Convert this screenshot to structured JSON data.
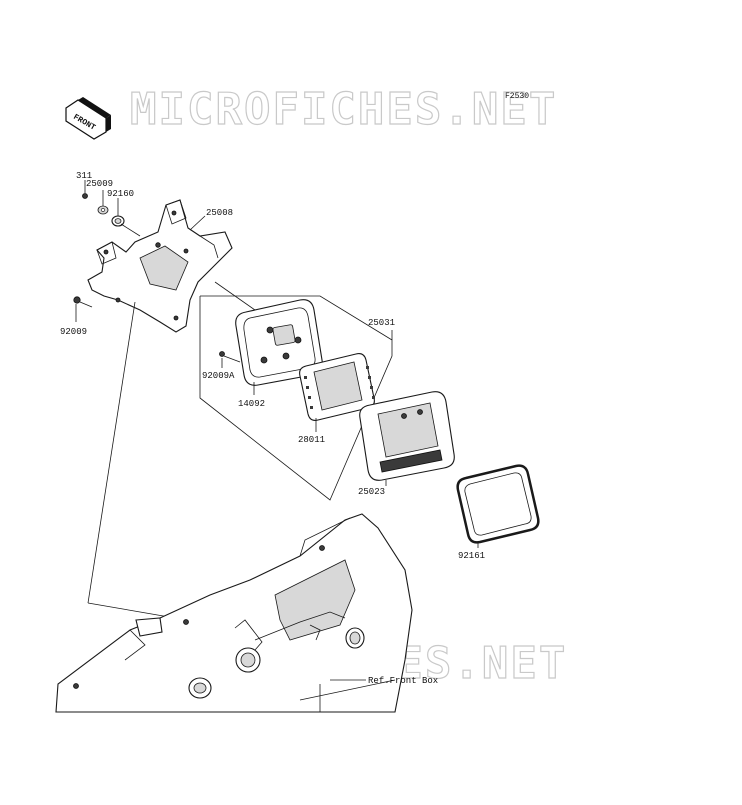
{
  "diagram": {
    "code": "F2530",
    "front_arrow_label": "FRONT",
    "watermark_top": "MICROFICHES.NET",
    "watermark_bottom": "MICROFICHES.NET",
    "reference_label": "Ref.Front Box",
    "parts": {
      "p311": "311",
      "p25009": "25009",
      "p92160": "92160",
      "p25008": "25008",
      "p92009": "92009",
      "p25031": "25031",
      "p92009A": "92009A",
      "p14092": "14092",
      "p28011": "28011",
      "p25023": "25023",
      "p92161": "92161"
    }
  }
}
